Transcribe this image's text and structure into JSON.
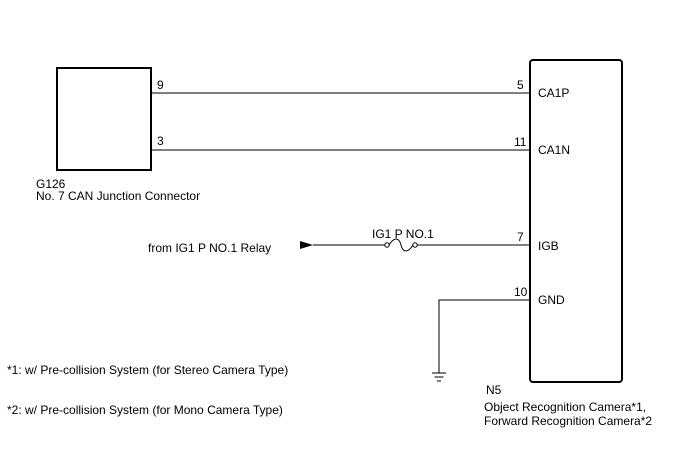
{
  "connector": {
    "code": "G126",
    "name": "No. 7 CAN Junction Connector",
    "pins": [
      "9",
      "3"
    ]
  },
  "camera": {
    "code": "N5",
    "name_line1": "Object Recognition Camera*1,",
    "name_line2": "Forward Recognition Camera*2",
    "pins": [
      {
        "num": "5",
        "label": "CA1P"
      },
      {
        "num": "11",
        "label": "CA1N"
      },
      {
        "num": "7",
        "label": "IGB"
      },
      {
        "num": "10",
        "label": "GND"
      }
    ]
  },
  "relay_source": "from IG1 P NO.1 Relay",
  "fuse_label": "IG1 P NO.1",
  "notes": [
    "*1: w/ Pre-collision System (for Stereo Camera Type)",
    "*2: w/ Pre-collision System (for Mono Camera Type)"
  ]
}
